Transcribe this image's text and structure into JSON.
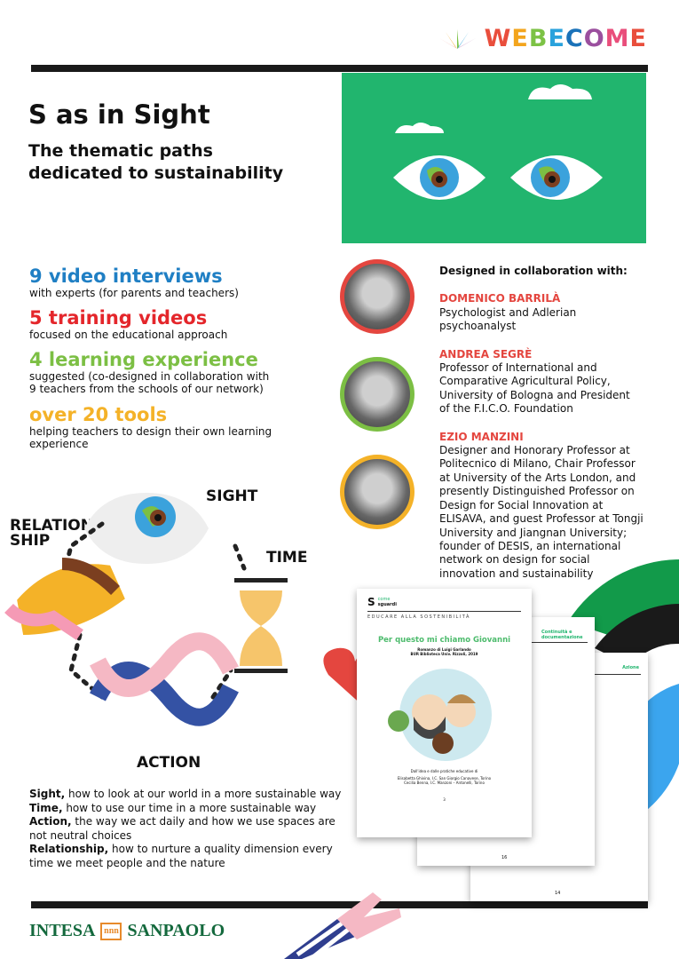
{
  "brand": {
    "name": "WEBECOME",
    "letters": [
      {
        "c": "W",
        "color": "#e94e3c"
      },
      {
        "c": "E",
        "color": "#f3a51d"
      },
      {
        "c": "B",
        "color": "#7cc245"
      },
      {
        "c": "E",
        "color": "#2aa2dc"
      },
      {
        "c": "C",
        "color": "#1a72b9"
      },
      {
        "c": "O",
        "color": "#9b4f9e"
      },
      {
        "c": "M",
        "color": "#e94e7b"
      },
      {
        "c": "E",
        "color": "#e94e3c"
      }
    ]
  },
  "title": "S as in Sight",
  "subtitle_line1": "The thematic paths",
  "subtitle_line2": "dedicated to sustainability",
  "stats": [
    {
      "big": "9 video interviews",
      "small": "with experts (for parents and teachers)",
      "color": "#1f7fc4"
    },
    {
      "big": "5 training videos",
      "small": "focused on the educational approach",
      "color": "#e4262b"
    },
    {
      "big": "4 learning experience",
      "small": "suggested (co-designed in collaboration with 9 teachers from the schools of our network)",
      "color": "#7cbf44"
    },
    {
      "big": "over 20 tools",
      "small": "helping teachers to design their own learning experience",
      "color": "#f4b228"
    }
  ],
  "collab": {
    "heading": "Designed in collaboration with:",
    "people": [
      {
        "name": "DOMENICO BARRILÀ",
        "desc": "Psychologist and Adlerian psychoanalyst",
        "ring": "#e4463f"
      },
      {
        "name": "ANDREA SEGRÈ",
        "desc": "Professor of International and Comparative Agricultural Policy, University of Bologna and President of the F.I.C.O. Foundation",
        "ring": "#7cbf44"
      },
      {
        "name": "EZIO MANZINI",
        "desc": "Designer and Honorary Professor at Politecnico di Milano, Chair Professor at University of the Arts London, and presently Distinguished Professor on Design for Social Innovation at ELISAVA, and guest Professor at Tongji University and Jiangnan University; founder of DESIS, an international network on design for social innovation and sustainability",
        "ring": "#f4b228"
      }
    ]
  },
  "illustration": {
    "sight": "SIGHT",
    "relationship_1": "RELATION",
    "relationship_2": "SHIP",
    "time": "TIME",
    "action": "ACTION"
  },
  "captions": [
    {
      "term": "Sight,",
      "text": " how to look at our world in a more sustainable way"
    },
    {
      "term": "Time,",
      "text": " how to use our time in a more sustainable way"
    },
    {
      "term": "Action,",
      "text": " the way we act daily and how we use spaces are not neutral choices"
    },
    {
      "term": "Relationship,",
      "text": " how to nurture a quality dimension every time we meet people and the nature"
    }
  ],
  "booklet": {
    "s": "S",
    "come": "come",
    "sguardi": "sguardi",
    "series": "EDUCARE ALLA SOSTENIBILITÀ",
    "title": "Per questo mi chiamo Giovanni",
    "author": "Romanzo di Luigi Garlando",
    "publisher": "BUR Biblioteca Univ. Rizzoli, 2019",
    "from": "Dall'idea e dalle pratiche educative di",
    "teacher1": "Elisabetta Ghivina, I.C. San Giorgio Canavese, Torino",
    "teacher2": "Cecilia Benna, I.C. Manzoni – Antonelli, Torino",
    "page": "3",
    "page2_label": "Continuità e documentazione",
    "page2_num": "16",
    "page3_label": "Azione",
    "page3_num": "14"
  },
  "sponsor": {
    "left": "INTESA",
    "mark": "nnn",
    "right": "SANPAOLO"
  }
}
